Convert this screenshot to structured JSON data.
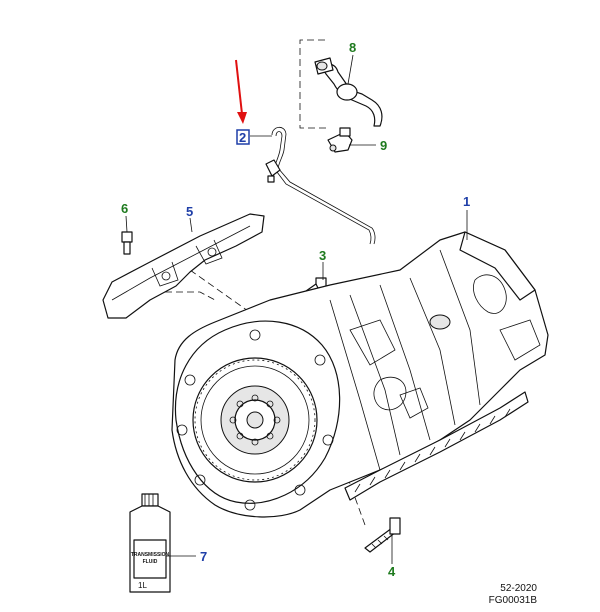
{
  "callouts": [
    {
      "id": "1",
      "label": "1",
      "color": "#1f3fa8"
    },
    {
      "id": "2",
      "label": "2",
      "color": "#1f3fa8",
      "highlighted": true
    },
    {
      "id": "3",
      "label": "3",
      "color": "#1e7a1e"
    },
    {
      "id": "4",
      "label": "4",
      "color": "#1e7a1e"
    },
    {
      "id": "5",
      "label": "5",
      "color": "#1f3fa8"
    },
    {
      "id": "6",
      "label": "6",
      "color": "#1e7a1e"
    },
    {
      "id": "7",
      "label": "7",
      "color": "#1f3fa8"
    },
    {
      "id": "8",
      "label": "8",
      "color": "#1e7a1e"
    },
    {
      "id": "9",
      "label": "9",
      "color": "#1e7a1e"
    }
  ],
  "bottle": {
    "label_line1": "TRANSMISSION",
    "label_line2": "FLUID",
    "volume": "1L"
  },
  "reference": {
    "section": "52-2020",
    "figure": "FG00031B"
  },
  "colors": {
    "blue_callout": "#1f3fa8",
    "green_callout": "#1e7a1e",
    "pointer_arrow": "#e01010",
    "highlight_box": "#1f3fa8"
  }
}
